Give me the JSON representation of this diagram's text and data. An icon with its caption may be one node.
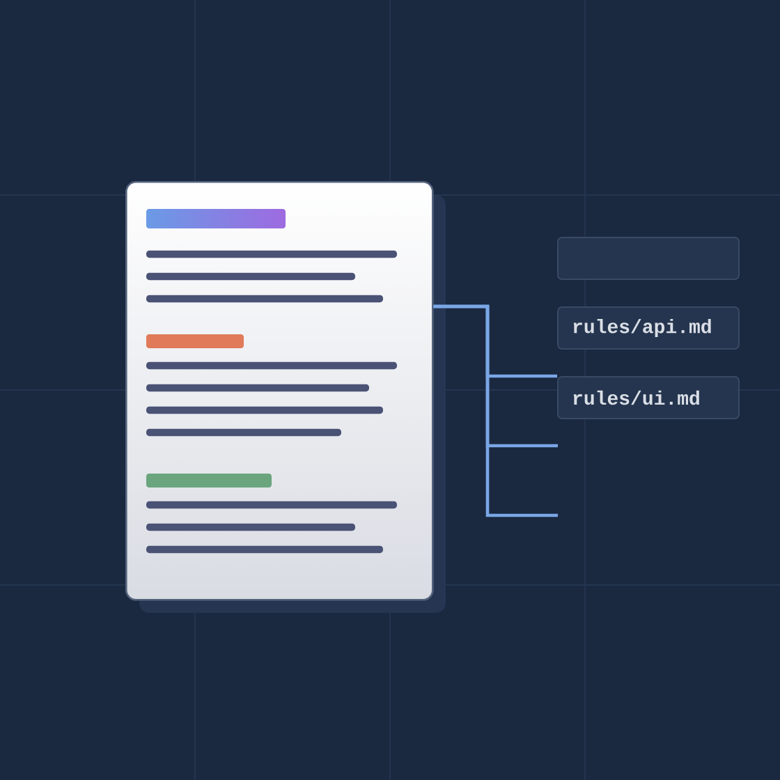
{
  "diagram": {
    "nodes": [
      {
        "text": [],
        "shape": "picture"
      },
      {
        "text": [],
        "shape": "box"
      },
      {
        "text": [
          "rules/api.md"
        ]
      },
      {
        "text": [
          "rules/ui.md"
        ]
      }
    ],
    "edges": [
      {
        "from": 0,
        "to": 3,
        "arrow": "none"
      },
      {
        "from": 0,
        "to": null,
        "arrow": "none"
      },
      {
        "from": 0,
        "to": null,
        "arrow": "none"
      }
    ]
  }
}
